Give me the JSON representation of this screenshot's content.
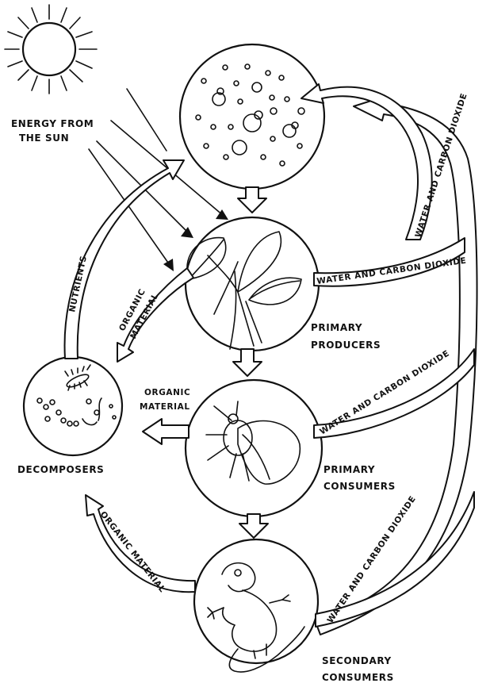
{
  "labels": {
    "energy_line1": "ENERGY FROM",
    "energy_line2": "THE SUN",
    "nutrients": "NUTRIENTS",
    "organic_material_top_1": "ORGANIC",
    "organic_material_top_2": "MATERIAL",
    "organic_material_mid_1": "ORGANIC",
    "organic_material_mid_2": "MATERIAL",
    "organic_material_bottom": "ORGANIC MATERIAL",
    "water_co2_1": "WATER AND CARBON DIOXIDE",
    "water_co2_2": "WATER AND CARBON DIOXIDE",
    "water_co2_3": "WATER AND CARBON DIOXIDE",
    "water_co2_4": "WATER AND CARBON DIOXIDE",
    "primary_producers_1": "PRIMARY",
    "primary_producers_2": "PRODUCERS",
    "primary_consumers_1": "PRIMARY",
    "primary_consumers_2": "CONSUMERS",
    "secondary_consumers_1": "SECONDARY",
    "secondary_consumers_2": "CONSUMERS",
    "decomposers": "DECOMPOSERS"
  },
  "icons": [
    "sun-icon",
    "plant-icon",
    "fly-icon",
    "salamander-icon",
    "microbe-icon"
  ]
}
